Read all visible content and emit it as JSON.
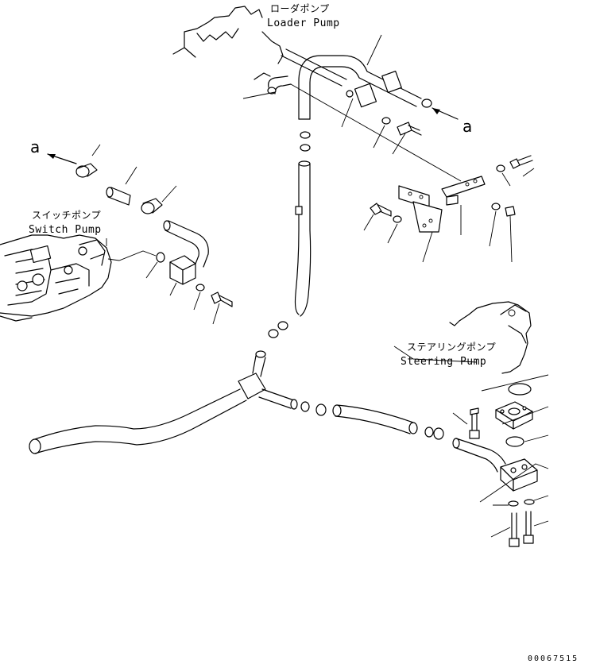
{
  "labels": {
    "loader_pump_jp": "ローダポンプ",
    "loader_pump_en": "Loader Pump",
    "switch_pump_jp": "スイッチポンプ",
    "switch_pump_en": "Switch Pump",
    "steering_pump_jp": "ステアリングポンプ",
    "steering_pump_en": "Steering Pump",
    "view_a_right": "a",
    "view_a_left": "a",
    "drawing_code": "00067515"
  }
}
